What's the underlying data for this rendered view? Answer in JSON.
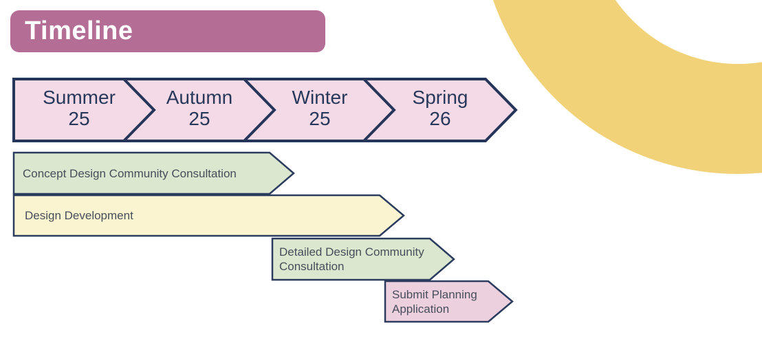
{
  "header": {
    "title": "Timeline"
  },
  "colors": {
    "header_fill": "#b46d95",
    "header_text": "#ffffff",
    "arc_fill": "#f1d279",
    "band_fill": "#f4dae6",
    "band_stroke": "#25365a",
    "season_text": "#28385b",
    "task_stroke": "#2b3c5f",
    "task_text": "#474e5a",
    "green_fill": "#dbe7ce",
    "cream_fill": "#fbf4d0",
    "pink_fill": "#ecd0de"
  },
  "seasons": [
    {
      "name": "Summer",
      "year": "25"
    },
    {
      "name": "Autumn",
      "year": "25"
    },
    {
      "name": "Winter",
      "year": "25"
    },
    {
      "name": "Spring",
      "year": "26"
    }
  ],
  "tasks": [
    {
      "label": "Concept Design Community Consultation",
      "color": "green"
    },
    {
      "label": "Design Development",
      "color": "cream"
    },
    {
      "label": "Detailed Design Community Consultation",
      "color": "green"
    },
    {
      "label": "Submit Planning Application",
      "color": "pink"
    }
  ]
}
